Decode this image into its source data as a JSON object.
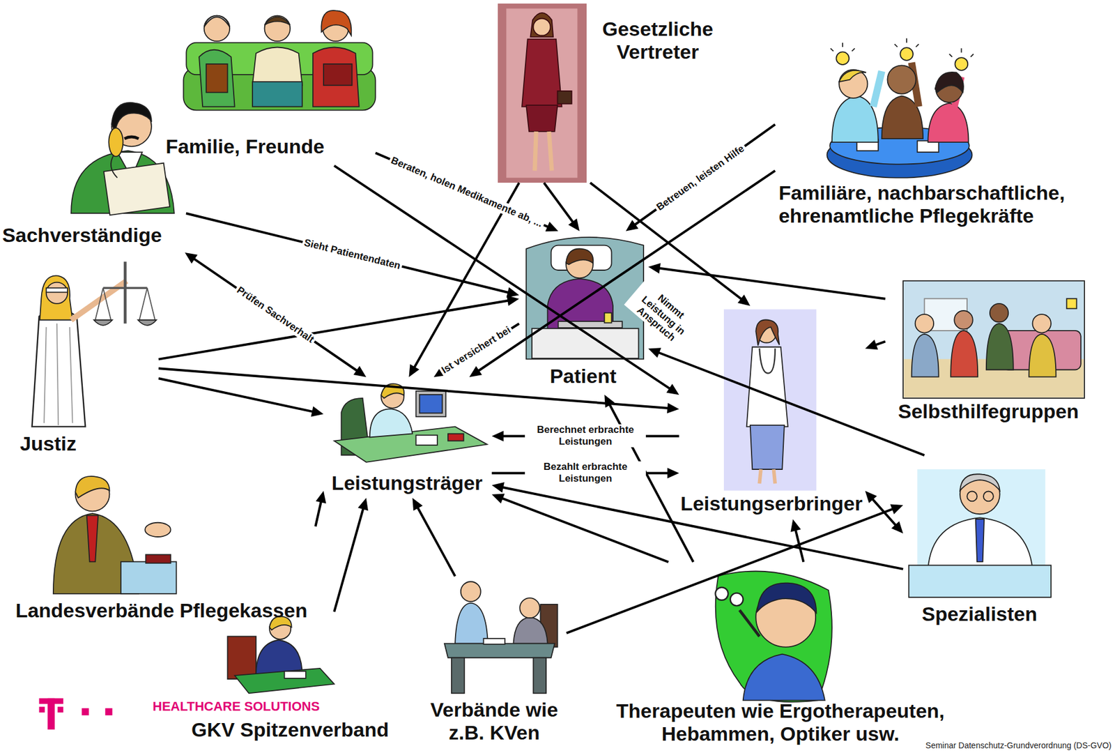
{
  "diagram": {
    "nodes": [
      {
        "text": [
          "Familie, Freunde"
        ]
      },
      {
        "text": [
          "Gesetzliche Vertreter"
        ]
      },
      {
        "text": [
          "Familiäre, nachbarschaftliche, ehrenamtliche Pflegekräfte"
        ]
      },
      {
        "text": [
          "Sachverständige"
        ]
      },
      {
        "text": [
          "Justiz"
        ]
      },
      {
        "text": [
          "Patient"
        ]
      },
      {
        "text": [
          "Leistungserbringer"
        ]
      },
      {
        "text": [
          "Selbsthilfegruppen"
        ]
      },
      {
        "text": [
          "Leistungsträger"
        ]
      },
      {
        "text": [
          "Landesverbände Pflegekassen"
        ]
      },
      {
        "text": [
          "Spezialisten"
        ]
      },
      {
        "text": [
          "GKV Spitzenverband"
        ]
      },
      {
        "text": [
          "Verbände wie z.B. KVen"
        ]
      },
      {
        "text": [
          "Therapeuten wie Ergotherapeuten, Hebammen, Optiker usw."
        ]
      }
    ],
    "edges": [
      {
        "from": 0,
        "to": 5,
        "label": "Beraten, holen Medikamente ab, ...",
        "arrow": "to"
      },
      {
        "from": 0,
        "to": 6,
        "arrow": "to"
      },
      {
        "from": 1,
        "to": 5,
        "arrow": "to"
      },
      {
        "from": 1,
        "to": 8,
        "arrow": "to"
      },
      {
        "from": 1,
        "to": 6,
        "arrow": "to"
      },
      {
        "from": 2,
        "to": 5,
        "label": "Betreuen, leisten Hilfe",
        "arrow": "to"
      },
      {
        "from": 2,
        "to": 8,
        "arrow": "to"
      },
      {
        "from": 3,
        "to": 5,
        "label": "Sieht Patientendaten",
        "arrow": "to"
      },
      {
        "from": 3,
        "to": 8,
        "label": "Prüfen Sachverhalt",
        "arrow": "both"
      },
      {
        "from": 4,
        "to": 5,
        "arrow": "to"
      },
      {
        "from": 4,
        "to": 8,
        "arrow": "to"
      },
      {
        "from": 4,
        "to": 6,
        "arrow": "to"
      },
      {
        "from": 5,
        "to": 8,
        "label": "Ist versichert bei",
        "arrow": "to"
      },
      {
        "from": 5,
        "to": 6,
        "label": "Nimmt Leistung in Anspruch",
        "arrow": "to"
      },
      {
        "from": 6,
        "to": 8,
        "label": "Berechnet erbrachte Leistungen",
        "arrow": "to"
      },
      {
        "from": 8,
        "to": 6,
        "label": "Bezahlt erbrachte Leistungen",
        "arrow": "to"
      },
      {
        "from": 7,
        "to": 5,
        "arrow": "to"
      },
      {
        "from": 7,
        "to": 6,
        "arrow": "to"
      },
      {
        "from": 10,
        "to": 5,
        "arrow": "to"
      },
      {
        "from": 10,
        "to": 8,
        "arrow": "to"
      },
      {
        "from": 10,
        "to": 6,
        "arrow": "both"
      },
      {
        "from": 9,
        "to": 8,
        "arrow": "to"
      },
      {
        "from": 11,
        "to": 8,
        "arrow": "to"
      },
      {
        "from": 12,
        "to": 8,
        "arrow": "to"
      },
      {
        "from": 12,
        "to": 10,
        "arrow": "to"
      },
      {
        "from": 13,
        "to": 5,
        "arrow": "to"
      },
      {
        "from": 13,
        "to": 6,
        "arrow": "to"
      },
      {
        "from": 13,
        "to": 8,
        "arrow": "to"
      }
    ],
    "labels": [
      "HEALTHCARE SOLUTIONS",
      "Seminar Datenschutz-Grundverordnung (DS-GVO)"
    ]
  }
}
